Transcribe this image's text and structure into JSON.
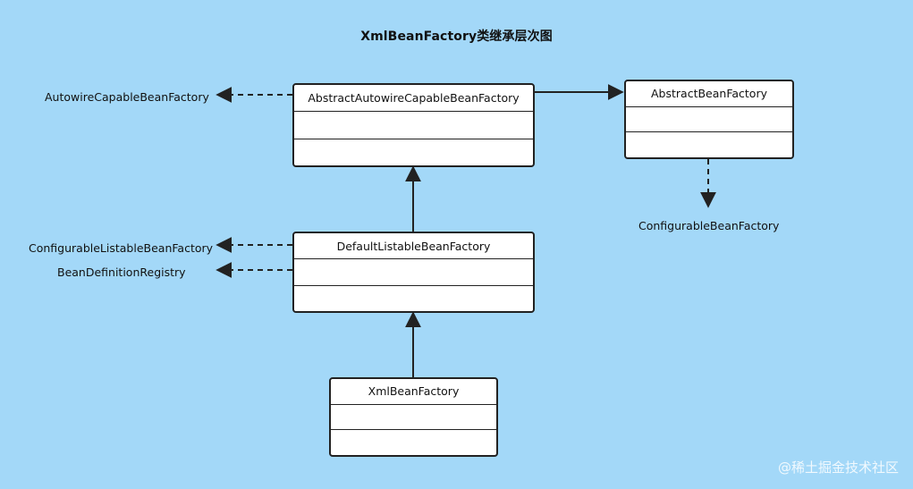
{
  "title": "XmlBeanFactory类继承层次图",
  "watermark": "@稀土掘金技术社区",
  "classes": {
    "abstract_autowire": "AbstractAutowireCapableBeanFactory",
    "abstract_bean_factory": "AbstractBeanFactory",
    "default_listable": "DefaultListableBeanFactory",
    "xml_bean_factory": "XmlBeanFactory"
  },
  "interfaces": {
    "autowire_capable": "AutowireCapableBeanFactory",
    "configurable_listable": "ConfigurableListableBeanFactory",
    "bean_definition_registry": "BeanDefinitionRegistry",
    "configurable_bean_factory": "ConfigurableBeanFactory"
  },
  "colors": {
    "background": "#a3d8f8",
    "stroke": "#222222",
    "box_fill": "#ffffff"
  }
}
